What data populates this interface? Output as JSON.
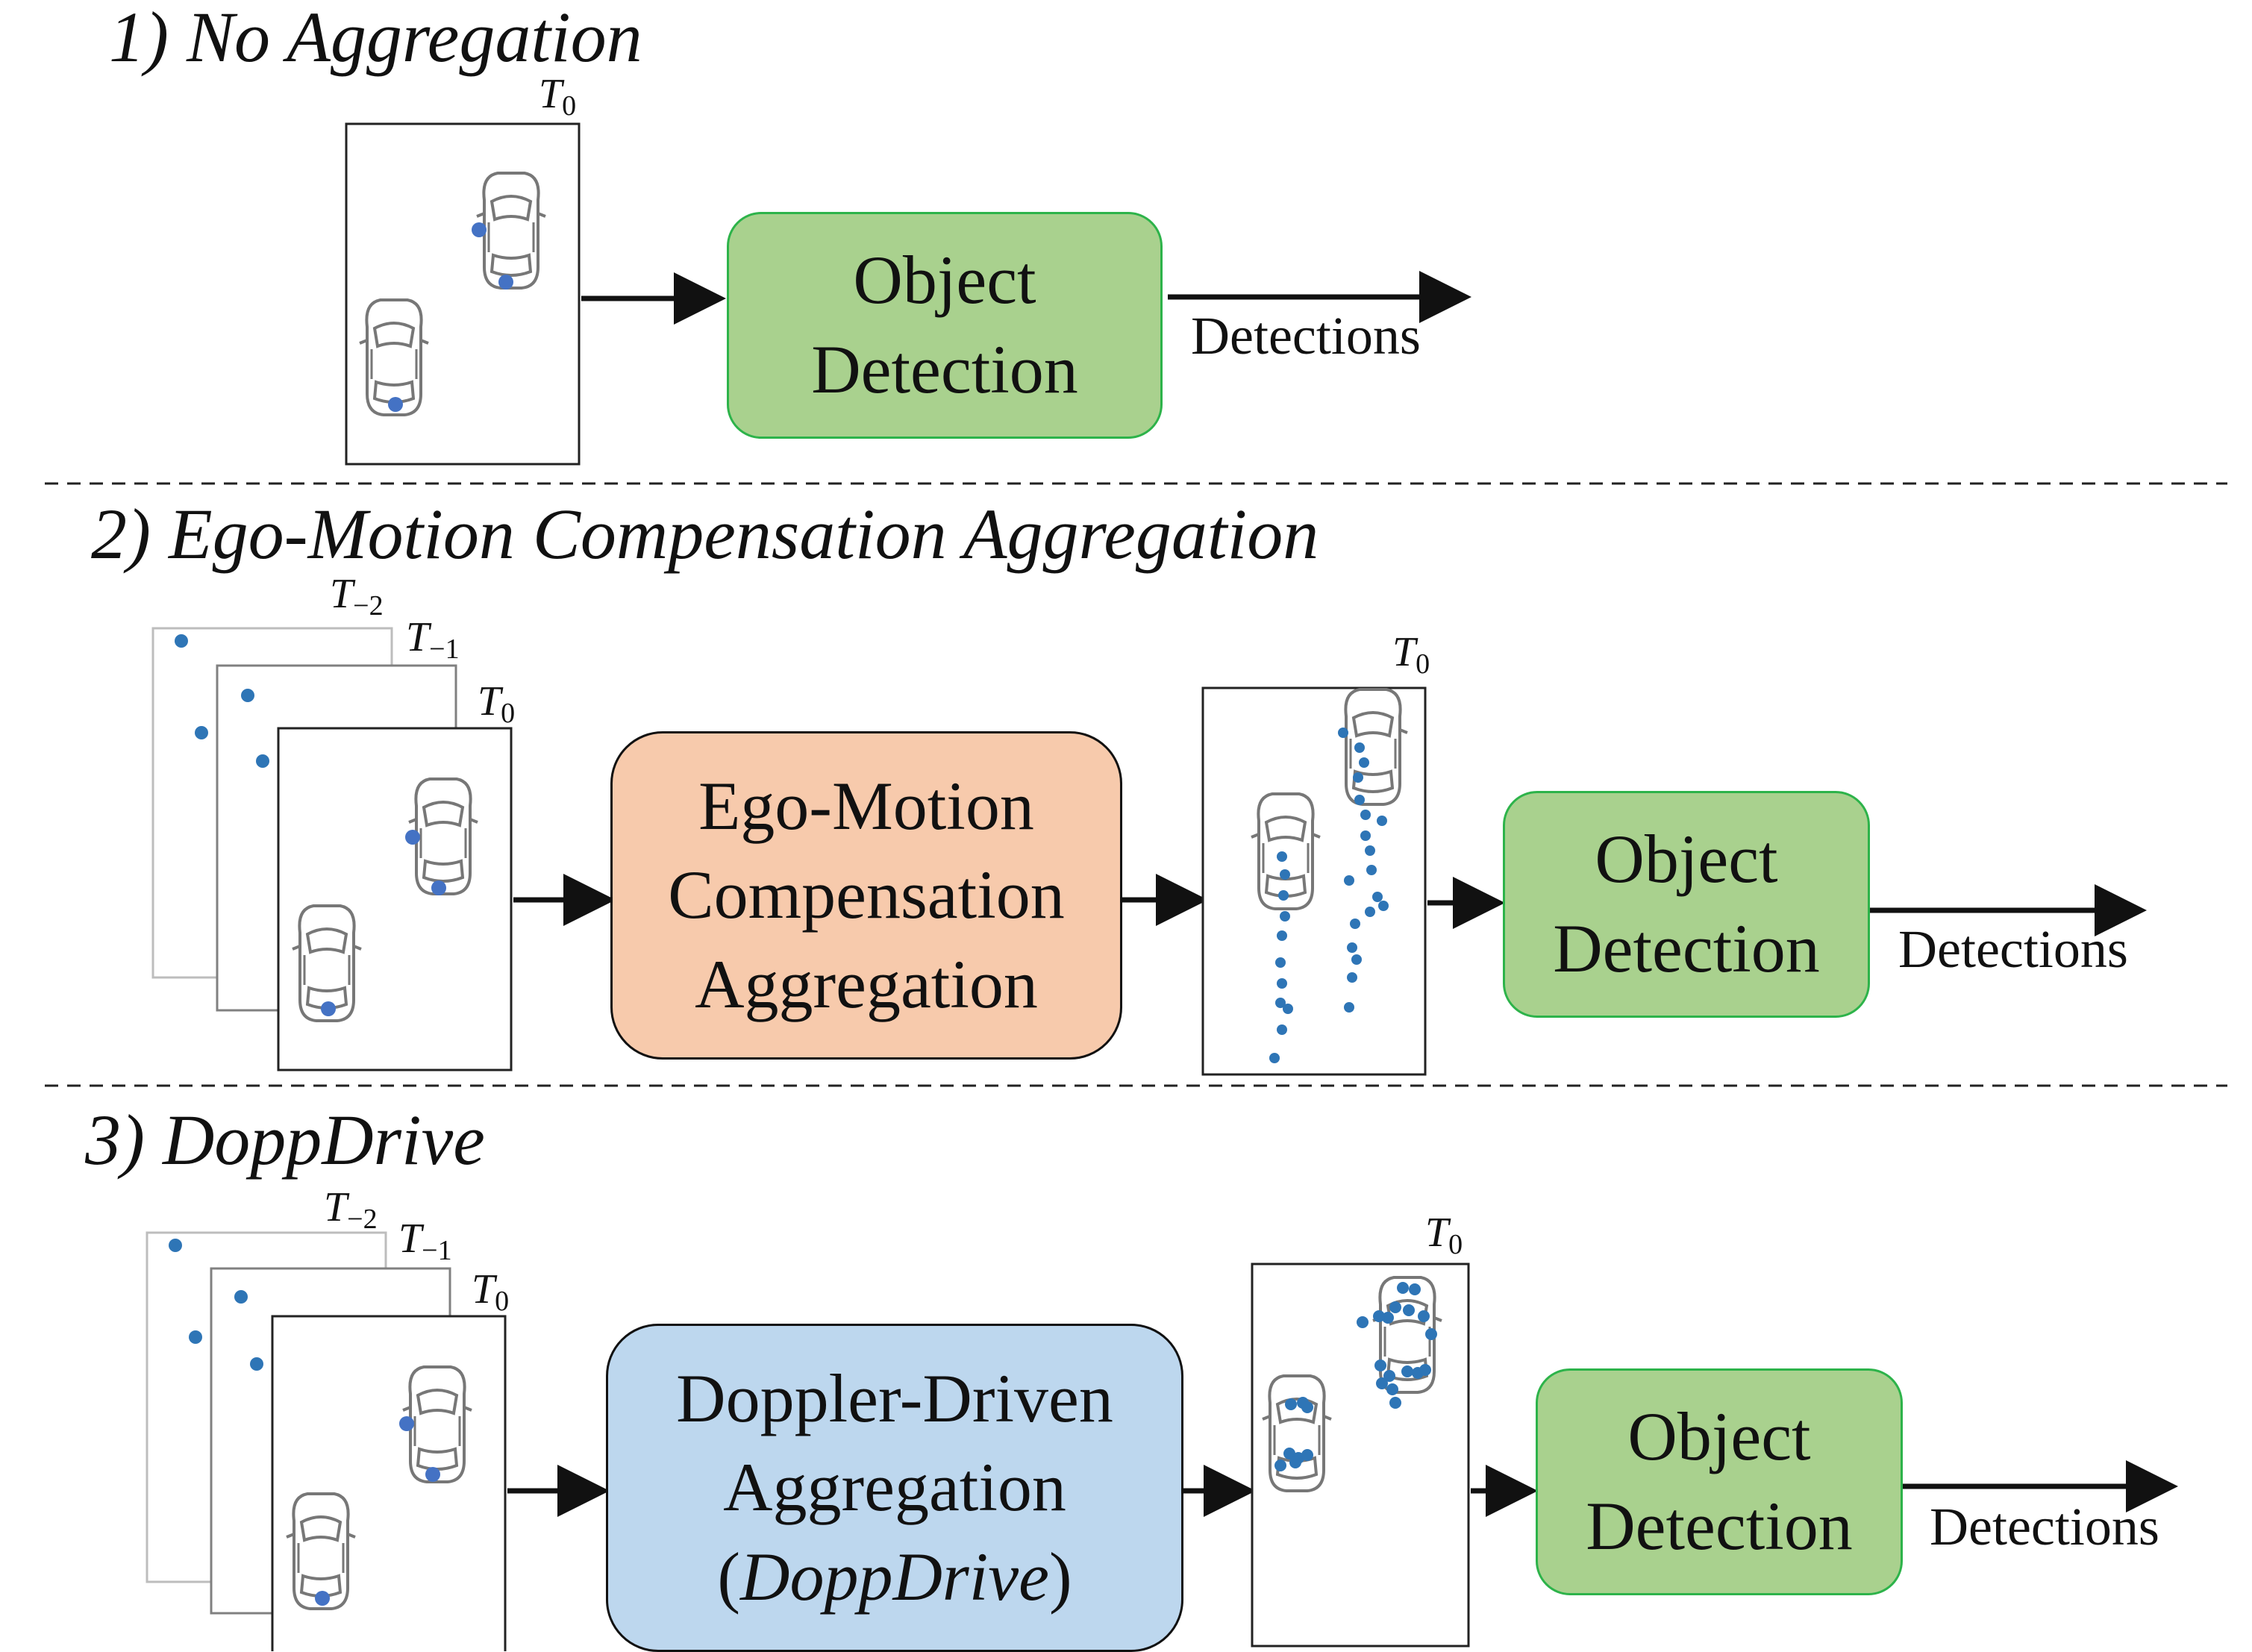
{
  "colors": {
    "object_detection_fill": "#a9d18e",
    "object_detection_border": "#2db34a",
    "ego_motion_fill": "#f7caac",
    "doppler_fill": "#bdd7ee",
    "point_color": "#2e75b6"
  },
  "icons": [
    "car-outline-icon",
    "radar-point-icon",
    "arrow-right-icon"
  ],
  "section1": {
    "heading": "1) No Aggregation",
    "frame_label": "T",
    "frame_sub": "0",
    "detector_line1": "Object",
    "detector_line2": "Detection",
    "output": "Detections"
  },
  "section2": {
    "heading": "2) Ego-Motion Compensation Aggregation",
    "frame_labels": [
      {
        "t": "T",
        "sub": "−2"
      },
      {
        "t": "T",
        "sub": "−1"
      },
      {
        "t": "T",
        "sub": "0"
      }
    ],
    "aggregation_line1": "Ego-Motion",
    "aggregation_line2": "Compensation",
    "aggregation_line3": "Aggregation",
    "result_label": "T",
    "result_sub": "0",
    "detector_line1": "Object",
    "detector_line2": "Detection",
    "output": "Detections"
  },
  "section3": {
    "heading": "3) DoppDrive",
    "frame_labels": [
      {
        "t": "T",
        "sub": "−2"
      },
      {
        "t": "T",
        "sub": "−1"
      },
      {
        "t": "T",
        "sub": "0"
      }
    ],
    "aggregation_line1": "Doppler-Driven",
    "aggregation_line2": "Aggregation",
    "aggregation_line3_open": "(",
    "aggregation_line3_name": "DoppDrive",
    "aggregation_line3_close": ")",
    "result_label": "T",
    "result_sub": "0",
    "detector_line1": "Object",
    "detector_line2": "Detection",
    "output": "Detections"
  }
}
